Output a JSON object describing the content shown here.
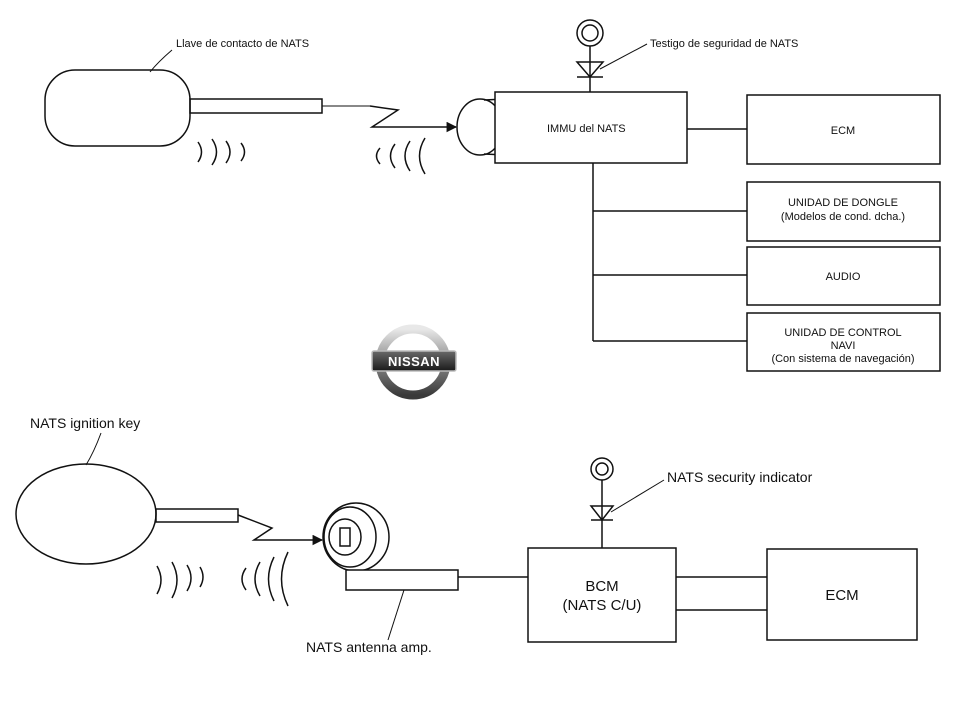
{
  "top": {
    "key_label": "Llave de contacto de NATS",
    "indicator_label": "Testigo de seguridad de NATS",
    "immu_label": "IMMU del NATS",
    "ecm_label": "ECM",
    "dongle_line1": "UNIDAD DE DONGLE",
    "dongle_line2": "(Modelos de cond. dcha.)",
    "audio_label": "AUDIO",
    "navi_line1": "UNIDAD DE CONTROL",
    "navi_line2": "NAVI",
    "navi_line3": "(Con sistema de navegación)"
  },
  "logo": {
    "text": "NISSAN"
  },
  "bottom": {
    "key_label": "NATS ignition key",
    "indicator_label": "NATS security indicator",
    "antenna_label": "NATS antenna amp.",
    "bcm_line1": "BCM",
    "bcm_line2": "(NATS C/U)",
    "ecm_label": "ECM"
  }
}
